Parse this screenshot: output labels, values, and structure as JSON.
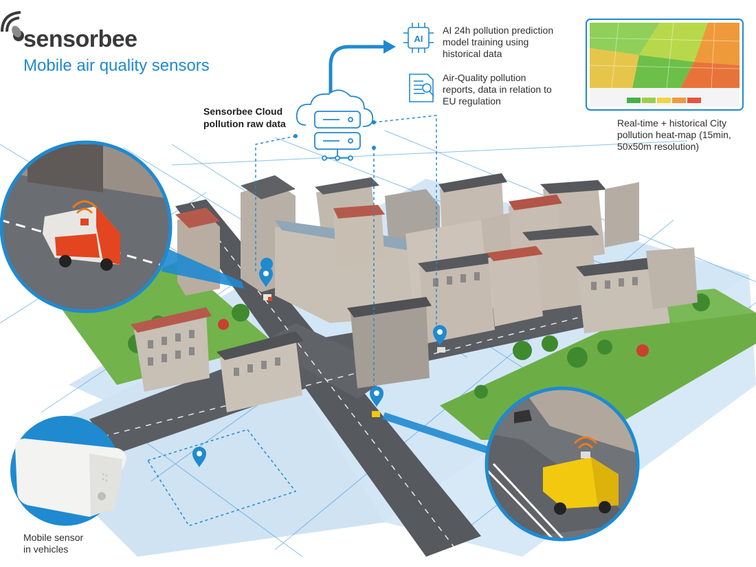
{
  "brand": {
    "name": "sensorbee",
    "tagline": "Mobile air quality sensors"
  },
  "cloud": {
    "label_line1": "Sensorbee Cloud",
    "label_line2": "pollution raw data"
  },
  "features": {
    "ai_line1": "AI 24h pollution prediction",
    "ai_line2": "model training using",
    "ai_line3": "historical data",
    "ai_chip_text": "AI",
    "report_line1": "Air-Quality pollution",
    "report_line2": "reports, data in relation to",
    "report_line3": "EU regulation"
  },
  "heatmap": {
    "caption_line1": "Real-time + historical City",
    "caption_line2": "pollution heat-map (15min,",
    "caption_line3": "50x50m resolution)"
  },
  "sensor": {
    "caption_line1": "Mobile sensor",
    "caption_line2": "in vehicles"
  },
  "colors": {
    "accent": "#1f8ad0",
    "ground": "#cfe3f3",
    "road": "#555a60",
    "grass": "#6fb24a"
  }
}
